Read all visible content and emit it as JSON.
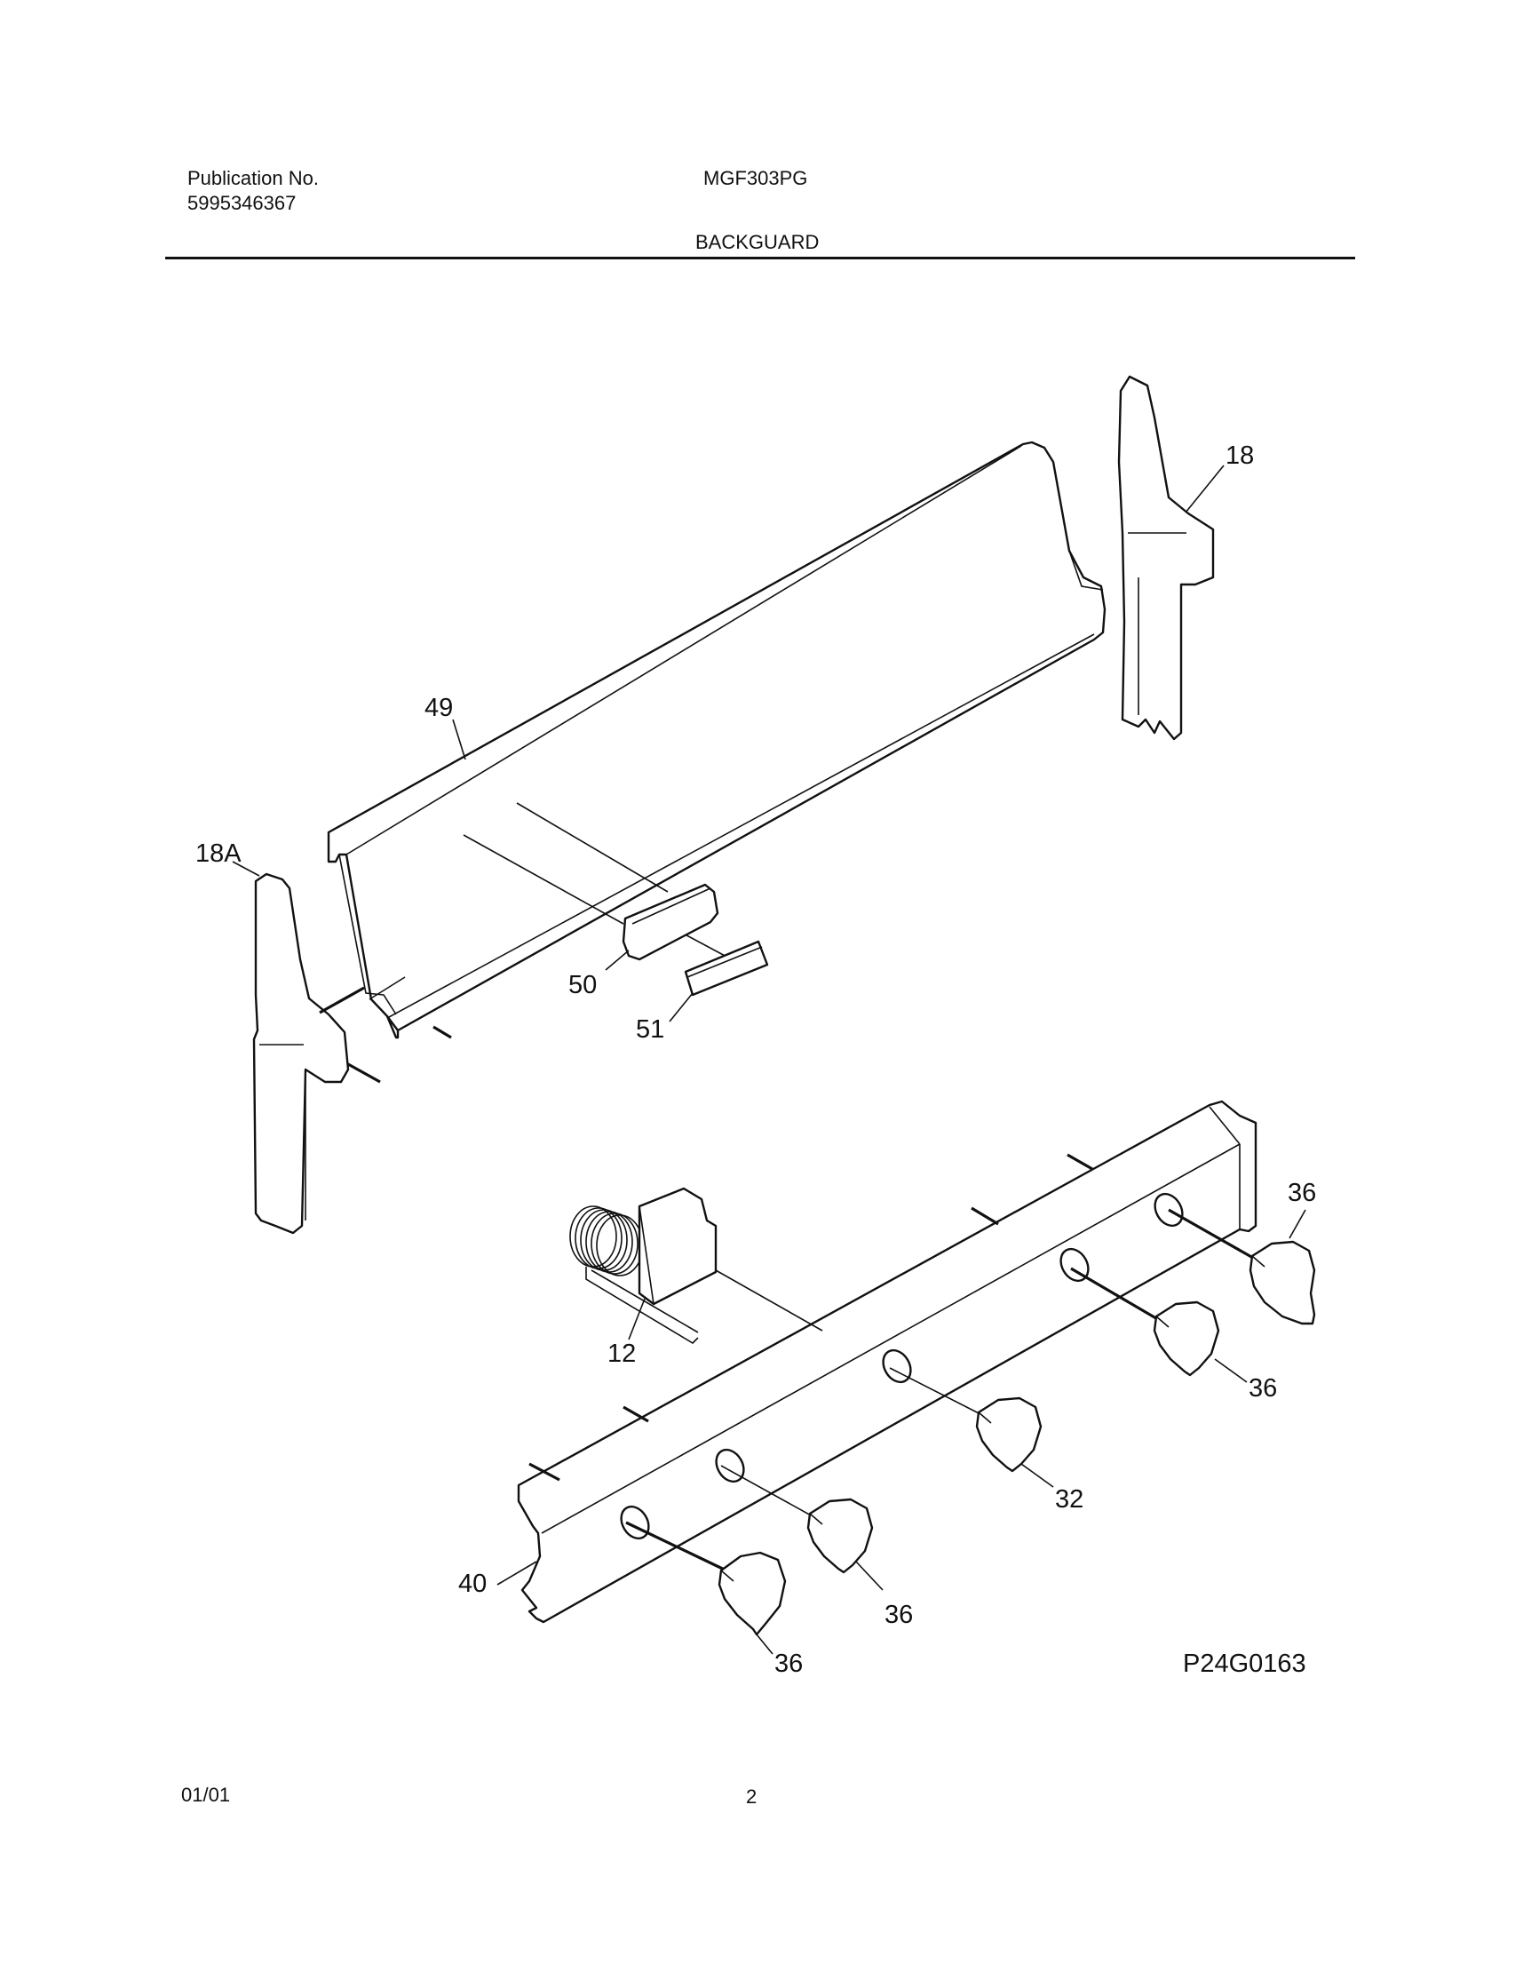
{
  "header": {
    "publication_label": "Publication No.",
    "publication_number": "5995346367",
    "model": "MGF303PG",
    "section_title": "BACKGUARD"
  },
  "callouts": {
    "end_cap_right": "18",
    "end_cap_left": "18A",
    "backguard_panel": "49",
    "trim_50": "50",
    "trim_51": "51",
    "thermostat": "12",
    "knob_top_right": "36",
    "knob_mid_right": "36",
    "knob_center": "32",
    "knob_mid_left": "36",
    "knob_bottom_left": "36",
    "control_panel": "40"
  },
  "diagram_id": "P24G0163",
  "footer": {
    "date": "01/01",
    "page": "2"
  }
}
